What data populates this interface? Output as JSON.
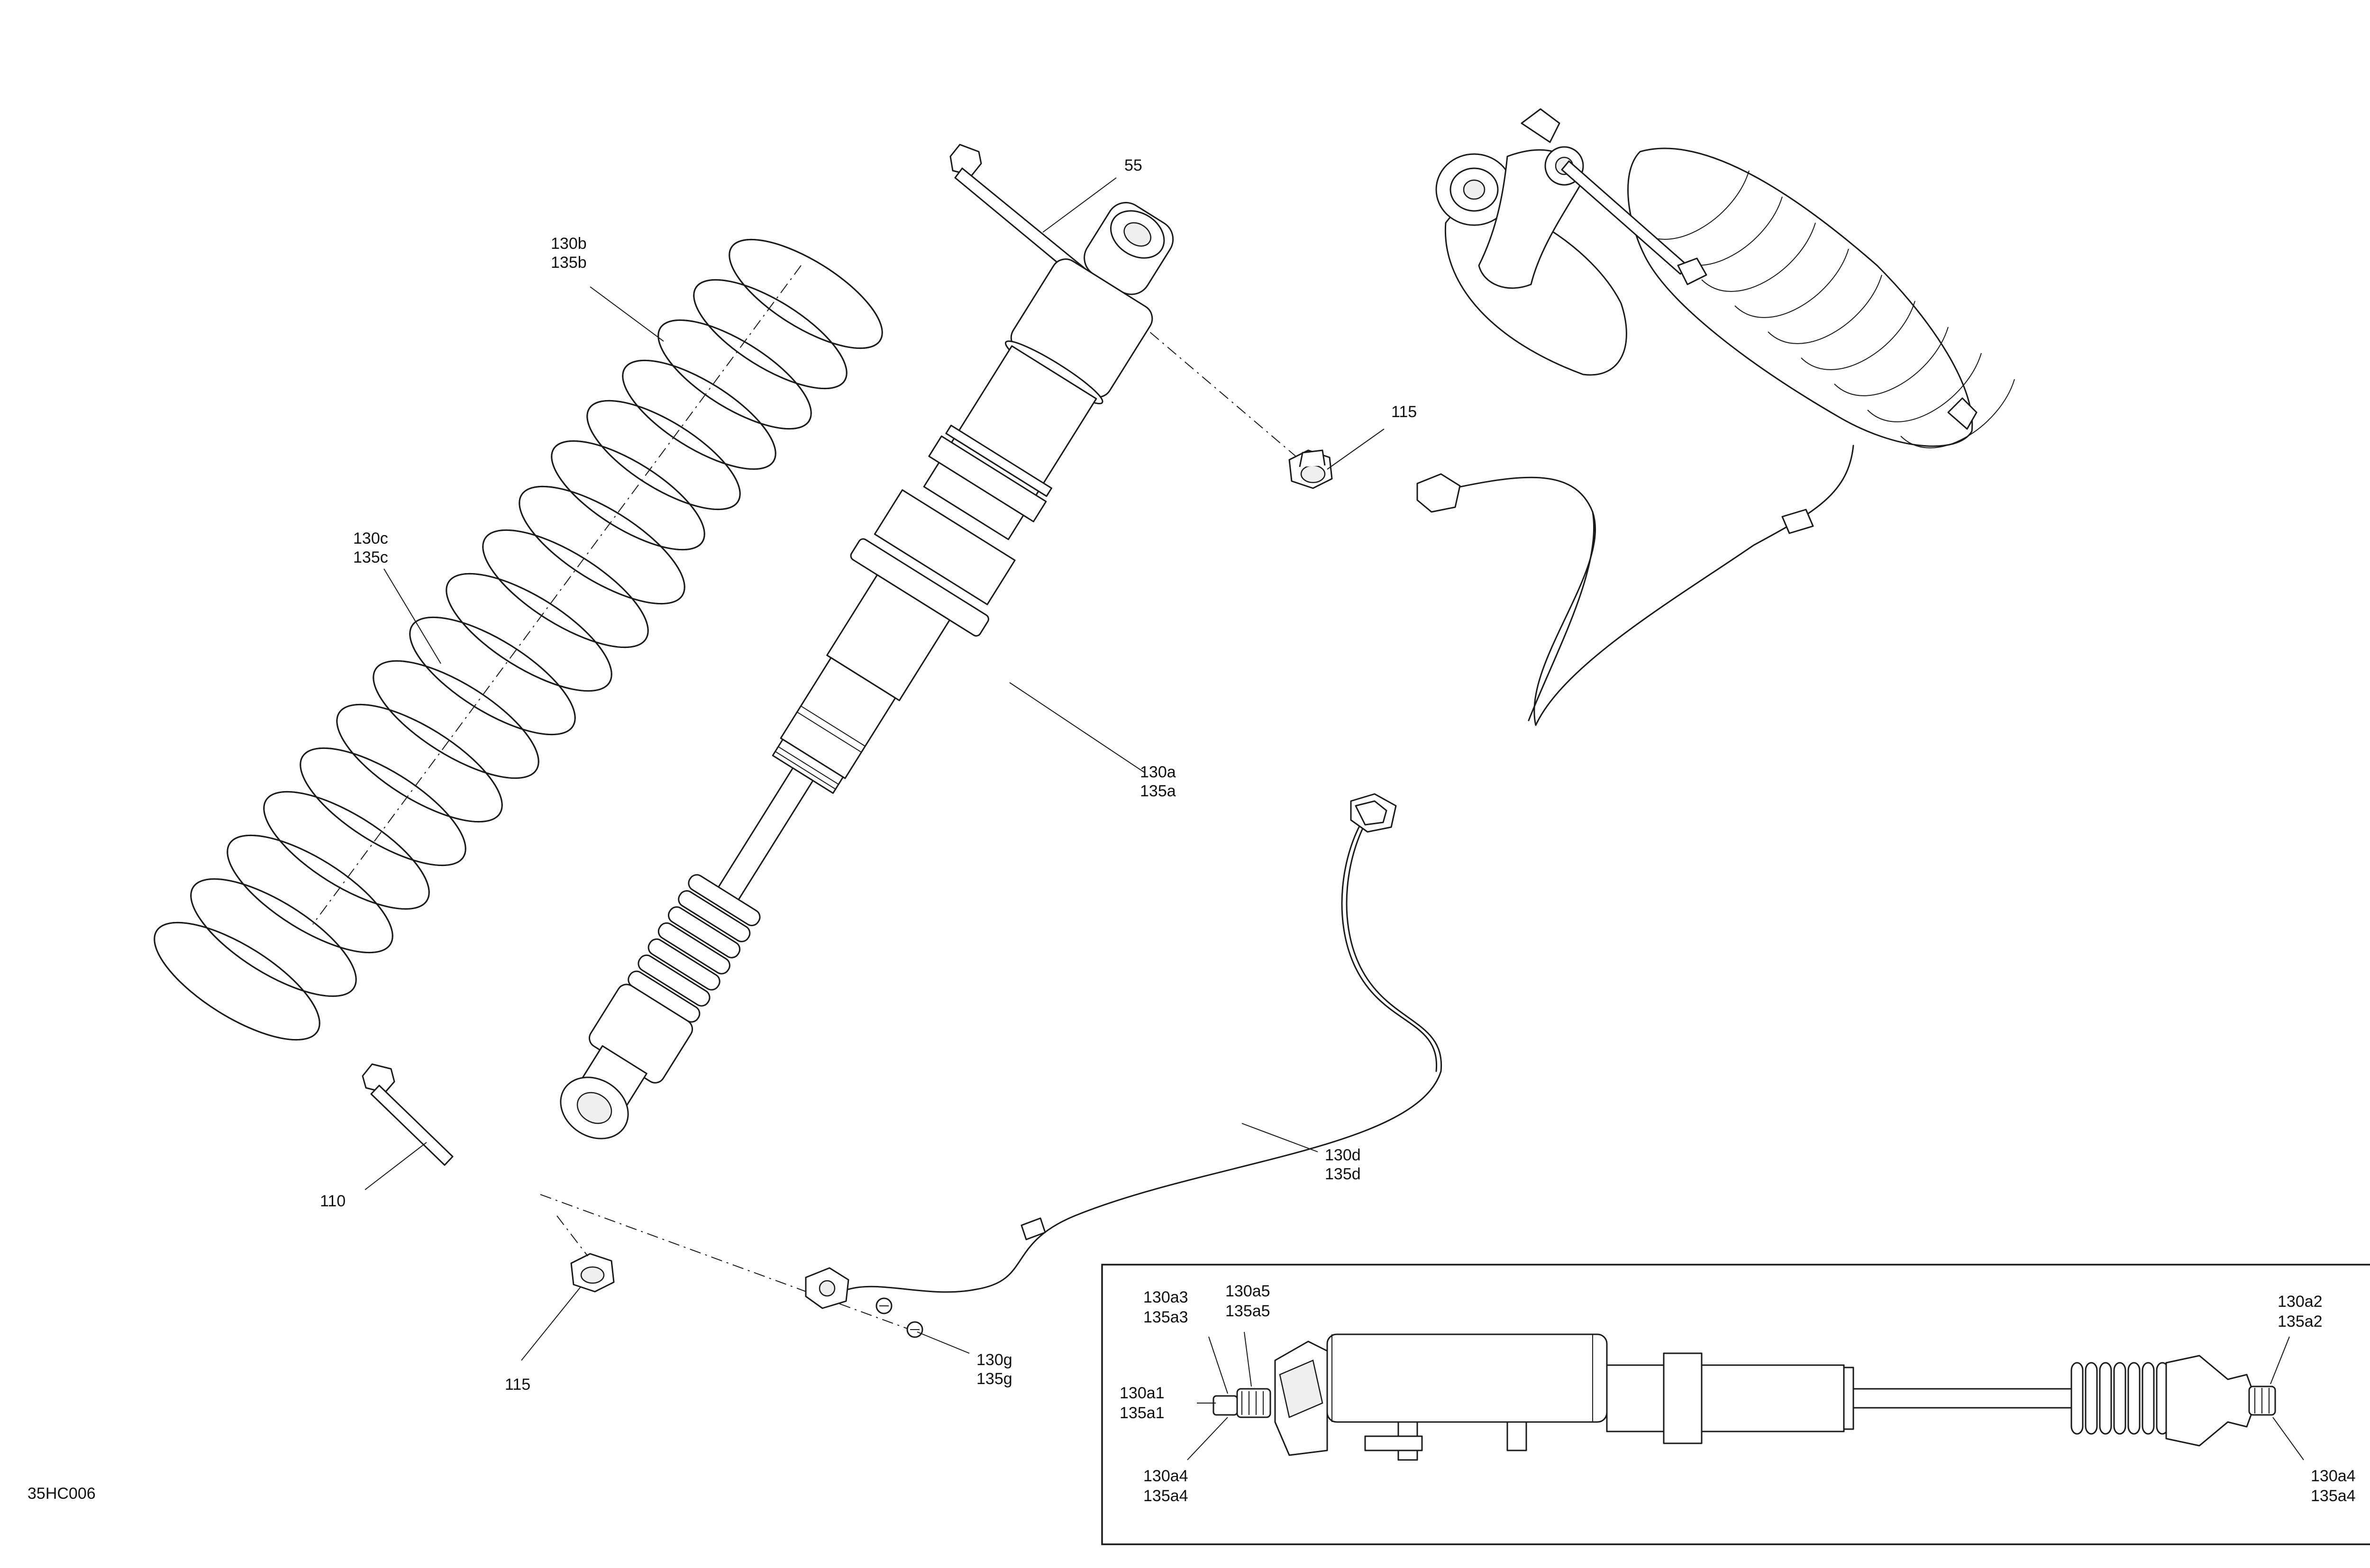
{
  "figure_code": "35HC006",
  "callouts": {
    "c55": "55",
    "c115_top": "115",
    "c130b": "130b",
    "c135b": "135b",
    "c130c": "130c",
    "c135c": "135c",
    "c130a": "130a",
    "c135a": "135a",
    "c110": "110",
    "c130d": "130d",
    "c135d": "135d",
    "c130g": "130g",
    "c135g": "135g",
    "c115_bottom": "115"
  },
  "detail_callouts": {
    "c130a3": "130a3",
    "c135a3": "135a3",
    "c130a5": "130a5",
    "c135a5": "135a5",
    "c130a1": "130a1",
    "c135a1": "135a1",
    "c130a4_left": "130a4",
    "c135a4_left": "135a4",
    "c130a2": "130a2",
    "c135a2": "135a2",
    "c130a4_right": "130a4",
    "c135a4_right": "135a4"
  }
}
